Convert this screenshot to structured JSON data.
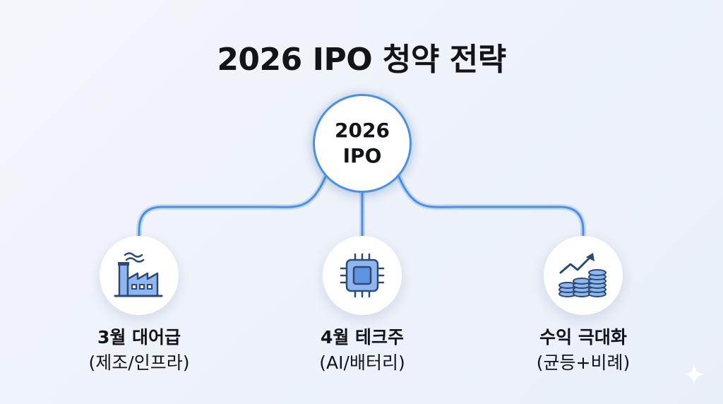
{
  "title": "2026 IPO 청약 전략",
  "hub": {
    "line1": "2026",
    "line2": "IPO"
  },
  "nodes": [
    {
      "icon": "factory-icon",
      "title": "3월 대어급",
      "subtitle": "(제조/인프라)"
    },
    {
      "icon": "chip-icon",
      "title": "4월 테크주",
      "subtitle": "(AI/배터리)"
    },
    {
      "icon": "coins-growth-icon",
      "title": "수익 극대화",
      "subtitle": "(균등+비례)"
    }
  ],
  "colors": {
    "accent": "#4f8fe0",
    "icon_fill": "#8fb6ee",
    "icon_stroke": "#2c4a75",
    "text": "#111418"
  }
}
